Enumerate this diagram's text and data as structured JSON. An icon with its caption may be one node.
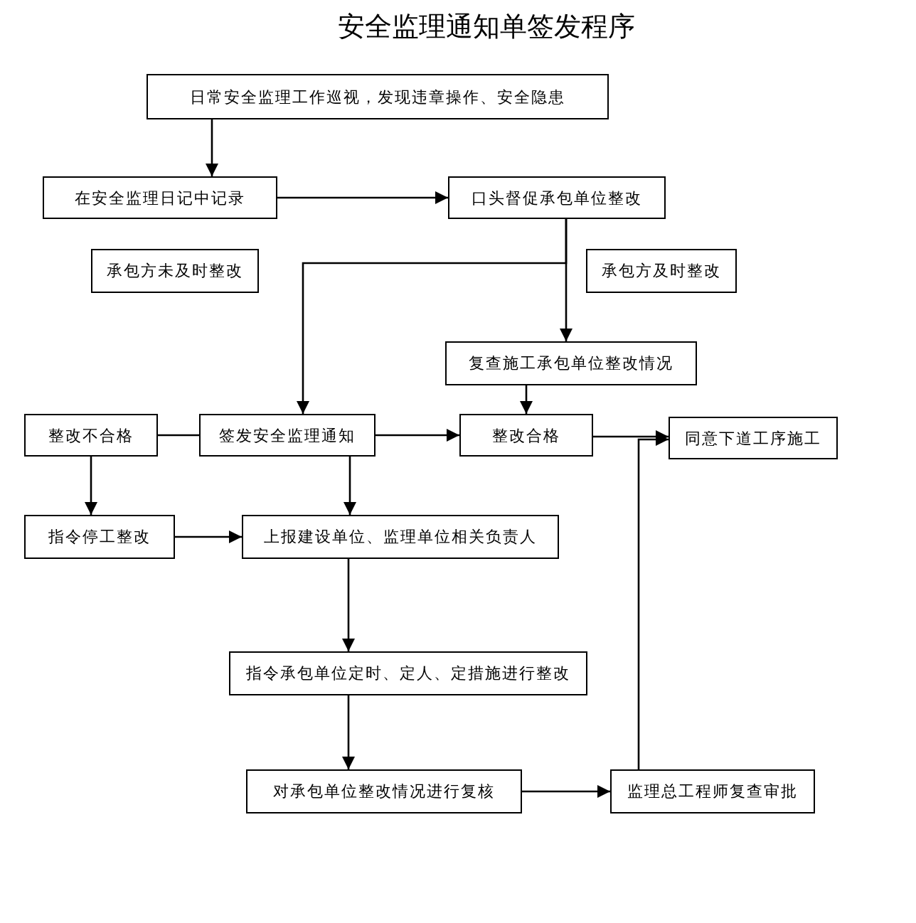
{
  "diagram": {
    "title": "安全监理通知单签发程序",
    "nodes": [
      {
        "text": [
          "日常安全监理工作巡视，发现违章操作、安全隐患"
        ]
      },
      {
        "text": [
          "在安全监理日记中记录"
        ]
      },
      {
        "text": [
          "口头督促承包单位整改"
        ]
      },
      {
        "text": [
          "承包方未及时整改"
        ]
      },
      {
        "text": [
          "承包方及时整改"
        ]
      },
      {
        "text": [
          "复查施工承包单位整改情况"
        ]
      },
      {
        "text": [
          "整改不合格"
        ]
      },
      {
        "text": [
          "签发安全监理通知"
        ]
      },
      {
        "text": [
          "整改合格"
        ]
      },
      {
        "text": [
          "同意下道工序施工"
        ]
      },
      {
        "text": [
          "指令停工整改"
        ]
      },
      {
        "text": [
          "上报建设单位、监理单位相关负责人"
        ]
      },
      {
        "text": [
          "指令承包单位定时、定人、定措施进行整改"
        ]
      },
      {
        "text": [
          "对承包单位整改情况进行复核"
        ]
      },
      {
        "text": [
          "监理总工程师复查审批"
        ]
      }
    ],
    "edges": [
      {
        "from": 0,
        "to": 1,
        "arrow": "to"
      },
      {
        "from": 1,
        "to": 2,
        "arrow": "to"
      },
      {
        "from": 2,
        "to": 7,
        "arrow": "to"
      },
      {
        "from": 2,
        "to": 5,
        "arrow": "to"
      },
      {
        "from": 5,
        "to": 8,
        "arrow": "to"
      },
      {
        "from": 6,
        "to": 7,
        "arrow": "none"
      },
      {
        "from": 7,
        "to": 8,
        "arrow": "to"
      },
      {
        "from": 8,
        "to": 9,
        "arrow": "to"
      },
      {
        "from": 6,
        "to": 10,
        "arrow": "to"
      },
      {
        "from": 7,
        "to": 11,
        "arrow": "to"
      },
      {
        "from": 10,
        "to": 11,
        "arrow": "to"
      },
      {
        "from": 11,
        "to": 12,
        "arrow": "to"
      },
      {
        "from": 12,
        "to": 13,
        "arrow": "to"
      },
      {
        "from": 13,
        "to": 14,
        "arrow": "to"
      },
      {
        "from": 14,
        "to": 9,
        "arrow": "to"
      }
    ]
  }
}
